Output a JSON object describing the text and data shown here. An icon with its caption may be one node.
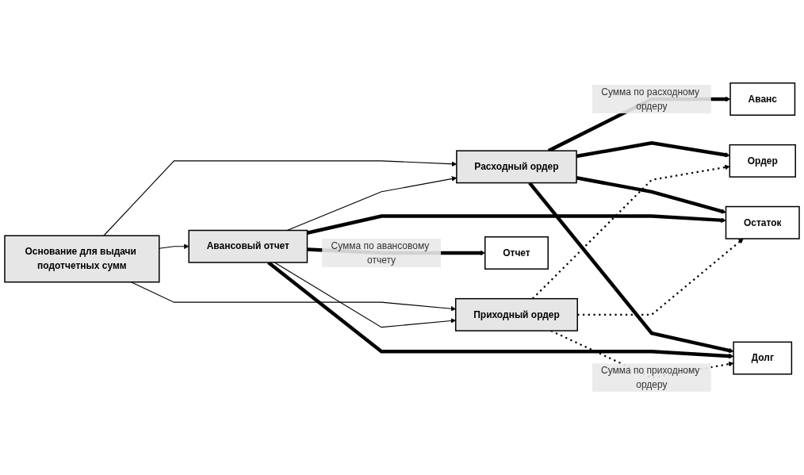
{
  "diagram": {
    "nodes": [
      {
        "text": [
          "Основание для выдачи подотчетных сумм"
        ]
      },
      {
        "text": [
          "Расходный ордер"
        ]
      },
      {
        "text": [
          "Авансовый отчет"
        ]
      },
      {
        "text": [
          "Приходный ордер"
        ]
      },
      {
        "text": [
          "Аванс"
        ]
      },
      {
        "text": [
          "Отчет"
        ]
      },
      {
        "text": [
          "Ордер"
        ]
      },
      {
        "text": [
          "Остаток"
        ]
      },
      {
        "text": [
          "Долг"
        ]
      }
    ],
    "edges": [
      {
        "from": 0,
        "to": 1,
        "arrow": "to"
      },
      {
        "from": 0,
        "to": 2,
        "arrow": "to"
      },
      {
        "from": 0,
        "to": 3,
        "arrow": "to"
      },
      {
        "from": 2,
        "to": 1,
        "arrow": "to"
      },
      {
        "from": 2,
        "to": 3,
        "arrow": "to"
      },
      {
        "from": 1,
        "to": 4,
        "arrow": "to",
        "label": "Сумма по расходному ордеру",
        "style": "thick"
      },
      {
        "from": 1,
        "to": 6,
        "arrow": "to",
        "style": "thick"
      },
      {
        "from": 1,
        "to": 7,
        "arrow": "to",
        "style": "thick"
      },
      {
        "from": 1,
        "to": 8,
        "arrow": "to",
        "style": "thick"
      },
      {
        "from": 2,
        "to": 5,
        "arrow": "to",
        "label": "Сумма по авансовому отчету",
        "style": "thick"
      },
      {
        "from": 2,
        "to": 7,
        "arrow": "to",
        "style": "thick"
      },
      {
        "from": 2,
        "to": 8,
        "arrow": "to",
        "style": "thick"
      },
      {
        "from": 3,
        "to": 6,
        "arrow": "to",
        "style": "dashed"
      },
      {
        "from": 3,
        "to": 7,
        "arrow": "to",
        "style": "dashed"
      },
      {
        "from": 3,
        "to": 8,
        "arrow": "to",
        "label": "Сумма по приходному ордеру",
        "style": "dashed"
      }
    ]
  }
}
